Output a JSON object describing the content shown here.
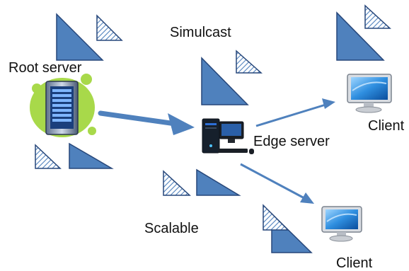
{
  "labels": {
    "root_server": "Root server",
    "simulcast": "Simulcast",
    "edge_server": "Edge server",
    "scalable": "Scalable",
    "client_top": "Client",
    "client_bottom": "Client"
  },
  "icons": [
    "blue-triangle-icon",
    "hatched-triangle-icon",
    "server-rack-icon",
    "desktop-computer-icon",
    "monitor-icon",
    "arrow-icon"
  ],
  "colors": {
    "triangle_fill": "#4F81BD",
    "triangle_stroke": "#27477A",
    "arrow": "#4F81BD",
    "server_glow": "#A8D94A"
  }
}
